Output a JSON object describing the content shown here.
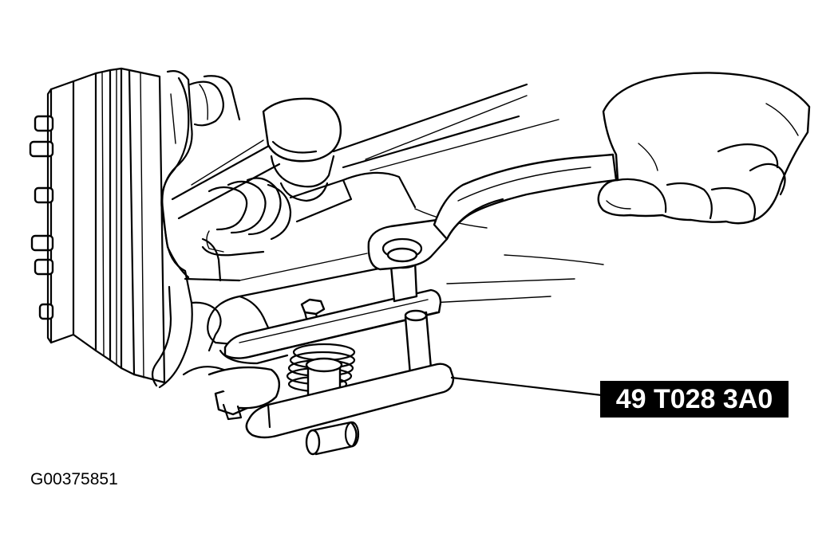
{
  "callout": {
    "part_number": "49 T028 3A0"
  },
  "figure": {
    "id": "G00375851"
  },
  "colors": {
    "line": "#000000",
    "background": "#ffffff",
    "label_background": "#000000",
    "label_text": "#ffffff"
  },
  "icons": [
    "wheel-hub",
    "steering-knuckle",
    "tie-rod-end",
    "lower-control-arm",
    "ball-joint-puller-tool",
    "wrench",
    "gloved-hand"
  ]
}
